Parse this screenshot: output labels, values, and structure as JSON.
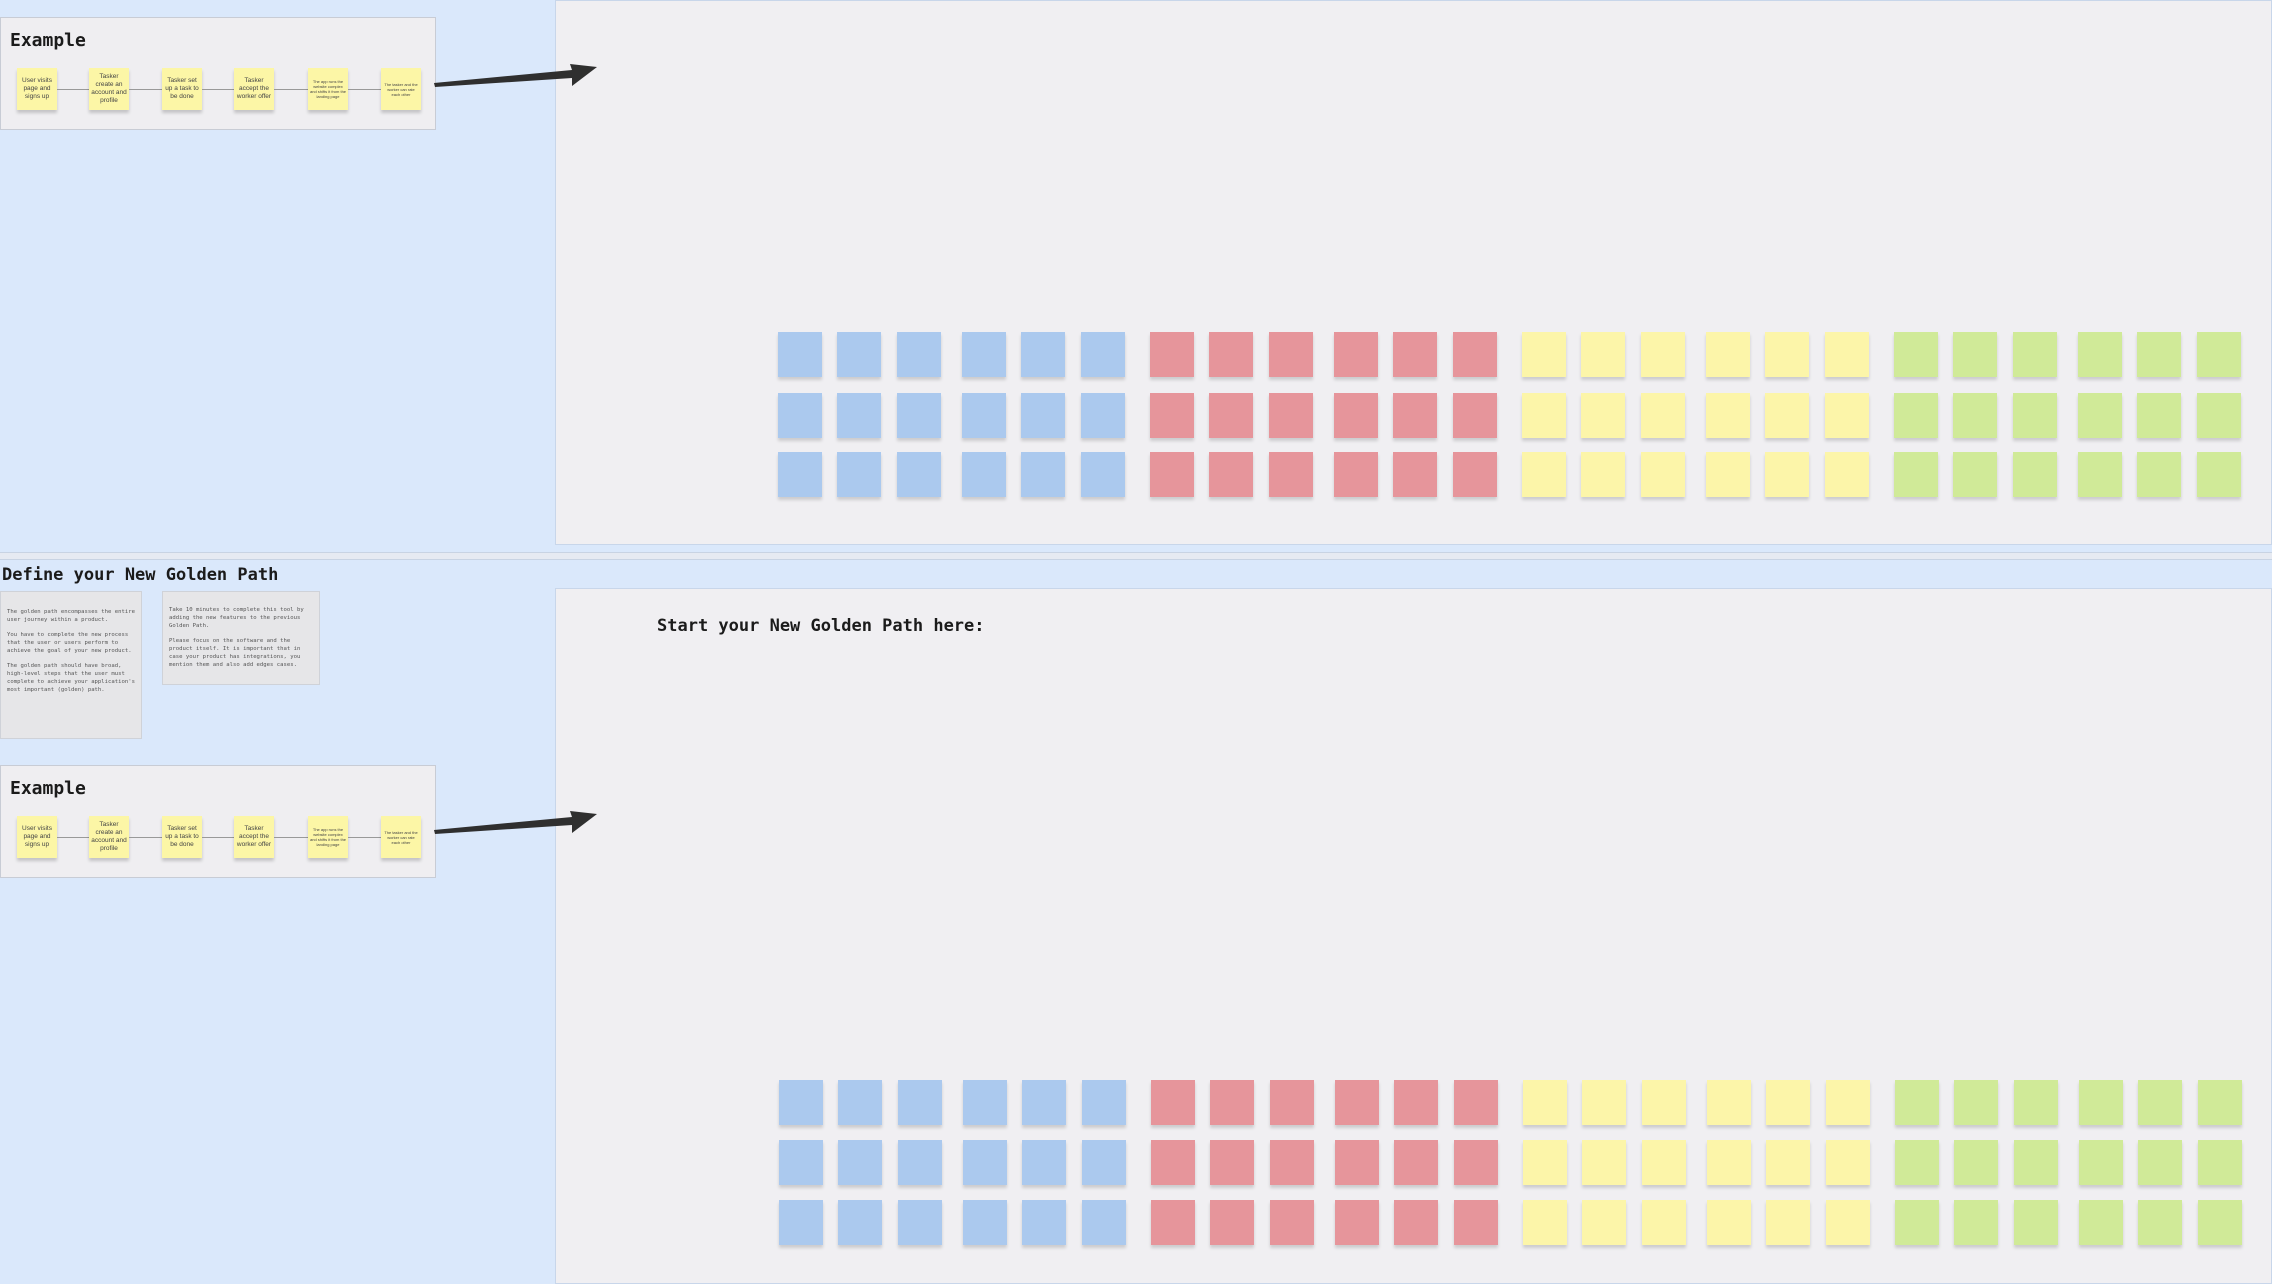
{
  "example_title": "Example",
  "example_steps": [
    "User visits page and signs up",
    "Tasker create an account and profile",
    "Tasker set up a task to be done",
    "Tasker accept the worker offer",
    "The app runs the website complex and shifts it from the landing page",
    "The tasker and the worker can rate each other"
  ],
  "section_title": "Define your New Golden Path",
  "note1": [
    "The golden path encompasses the entire user journey within a product.",
    "You have to complete the new process that the user or users perform to achieve the goal of your new product.",
    "The golden path should have broad, high-level steps that the user must complete to achieve your application's most important (golden) path."
  ],
  "note2": [
    "Take 10 minutes to complete this tool by adding the new features to the previous Golden Path.",
    "Please focus on the software and the product itself. It is important that in case your product has integrations, you mention them and also add edges cases."
  ],
  "start_label": "Start your New Golden Path here:",
  "sticky_colors": {
    "blue": "#abc9ee",
    "red": "#e6959b",
    "yellow": "#fcf5a9",
    "green": "#d0ea98"
  },
  "sticky_grid": {
    "groups": [
      "blue",
      "red",
      "yellow",
      "green"
    ],
    "columns_per_group": 6,
    "rows": 3
  }
}
